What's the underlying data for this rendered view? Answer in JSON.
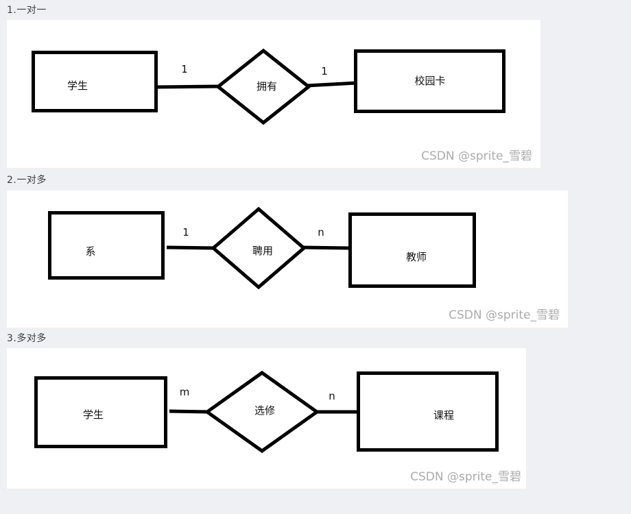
{
  "sections": [
    {
      "heading": "1.一对一",
      "entity_left": "学生",
      "cardinality_left": "1",
      "relation": "拥有",
      "cardinality_right": "1",
      "entity_right": "校园卡",
      "watermark": "CSDN @sprite_雪碧"
    },
    {
      "heading": "2.一对多",
      "entity_left": "系",
      "cardinality_left": "1",
      "relation": "聘用",
      "cardinality_right": "n",
      "entity_right": "教师",
      "watermark": "CSDN @sprite_雪碧"
    },
    {
      "heading": "3.多对多",
      "entity_left": "学生",
      "cardinality_left": "m",
      "relation": "选修",
      "cardinality_right": "n",
      "entity_right": "课程",
      "watermark": "CSDN @sprite_雪碧"
    }
  ],
  "colors": {
    "page_background": "#eef0f3",
    "panel_background": "#ffffff",
    "shape_stroke": "#000000",
    "heading_text": "#3d3d3d",
    "watermark_text": "#ababab"
  }
}
